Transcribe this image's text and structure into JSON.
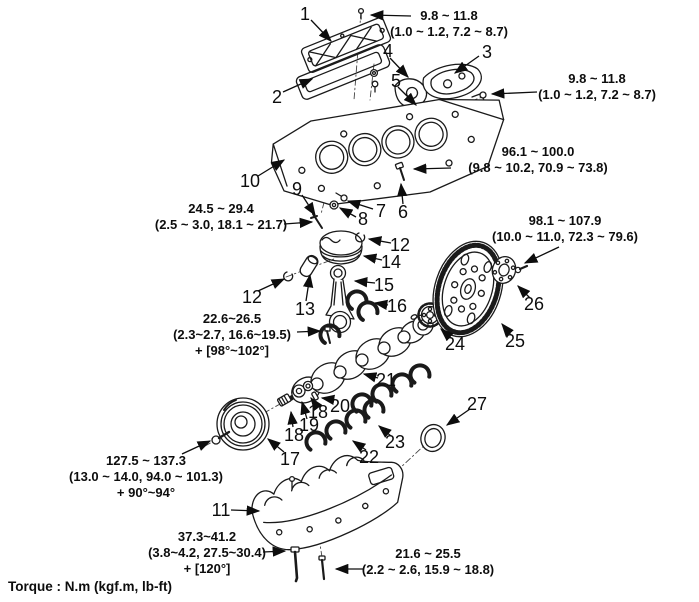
{
  "figure": {
    "footer_note": "Torque : N.m (kgf.m, lb-ft)",
    "colors": {
      "line": "#1a1a1a",
      "background": "#ffffff",
      "text": "#0d0d0d"
    },
    "callouts": [
      {
        "num": "1"
      },
      {
        "num": "2"
      },
      {
        "num": "3"
      },
      {
        "num": "4"
      },
      {
        "num": "5"
      },
      {
        "num": "6"
      },
      {
        "num": "7"
      },
      {
        "num": "8"
      },
      {
        "num": "9"
      },
      {
        "num": "10"
      },
      {
        "num": "11"
      },
      {
        "num": "12"
      },
      {
        "num": "12"
      },
      {
        "num": "13"
      },
      {
        "num": "14"
      },
      {
        "num": "15"
      },
      {
        "num": "16"
      },
      {
        "num": "17"
      },
      {
        "num": "18"
      },
      {
        "num": "19"
      },
      {
        "num": "18"
      },
      {
        "num": "20"
      },
      {
        "num": "21"
      },
      {
        "num": "22"
      },
      {
        "num": "23"
      },
      {
        "num": "24"
      },
      {
        "num": "25"
      },
      {
        "num": "26"
      },
      {
        "num": "27"
      }
    ],
    "torque_labels": [
      {
        "lines": [
          "9.8 ~ 11.8",
          "(1.0 ~ 1.2, 7.2 ~ 8.7)"
        ]
      },
      {
        "lines": [
          "9.8 ~ 11.8",
          "(1.0 ~ 1.2, 7.2 ~ 8.7)"
        ]
      },
      {
        "lines": [
          "96.1 ~ 100.0",
          "(9.8 ~ 10.2, 70.9 ~ 73.8)"
        ]
      },
      {
        "lines": [
          "24.5 ~ 29.4",
          "(2.5 ~ 3.0, 18.1 ~ 21.7)"
        ]
      },
      {
        "lines": [
          "98.1 ~ 107.9",
          "(10.0 ~ 11.0, 72.3 ~ 79.6)"
        ]
      },
      {
        "lines": [
          "22.6~26.5",
          "(2.3~2.7, 16.6~19.5)",
          "+ [98°~102°]"
        ]
      },
      {
        "lines": [
          "127.5 ~ 137.3",
          "(13.0 ~ 14.0, 94.0 ~ 101.3)",
          "+ 90°~94°"
        ]
      },
      {
        "lines": [
          "37.3~41.2",
          "(3.8~4.2, 27.5~30.4)",
          "+ [120°]"
        ]
      },
      {
        "lines": [
          "21.6 ~ 25.5",
          "(2.2 ~ 2.6, 15.9 ~ 18.8)"
        ]
      }
    ]
  }
}
